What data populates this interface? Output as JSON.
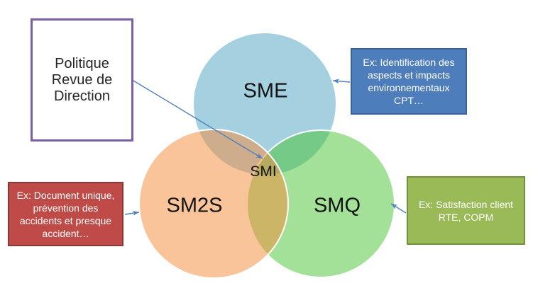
{
  "venn": {
    "circles": [
      {
        "id": "sme",
        "label": "SME",
        "visible_fill_hex": "#A4D0E0"
      },
      {
        "id": "sm2s",
        "label": "SM2S",
        "visible_fill_hex": "#FAC49A"
      },
      {
        "id": "smq",
        "label": "SMQ",
        "visible_fill_hex": "#A2E297"
      }
    ],
    "intersection": {
      "label": "SMI"
    },
    "circle_outline_hex": "#FFFFFF"
  },
  "callouts": {
    "politique": {
      "text": "Politique\nRevue de\nDirection",
      "fill_hex": "#FFFFFF",
      "border_hex": "#7B5EA7",
      "text_hex": "#262626",
      "points_to": "SMI"
    },
    "sme_example": {
      "text": "Ex: Identification des\naspects et impacts\nenvironnementaux\nCPT…",
      "fill_hex": "#4D7EBB",
      "border_hex": "#3A6293",
      "text_hex": "#FFFFFF",
      "points_to": "SME"
    },
    "sm2s_example": {
      "text": "Ex: Document unique,\nprévention des\naccidents et presque\naccident…",
      "fill_hex": "#BE4B48",
      "border_hex": "#8C3734",
      "text_hex": "#FFFFFF",
      "points_to": "SM2S"
    },
    "smq_example": {
      "text": "Ex: Satisfaction client\nRTE, COPM",
      "fill_hex": "#99BA57",
      "border_hex": "#71923A",
      "text_hex": "#FFFFFF",
      "points_to": "SMQ"
    }
  },
  "connectors": {
    "color_hex": "#4F81BD"
  },
  "background_hex": "#FFFFFF"
}
